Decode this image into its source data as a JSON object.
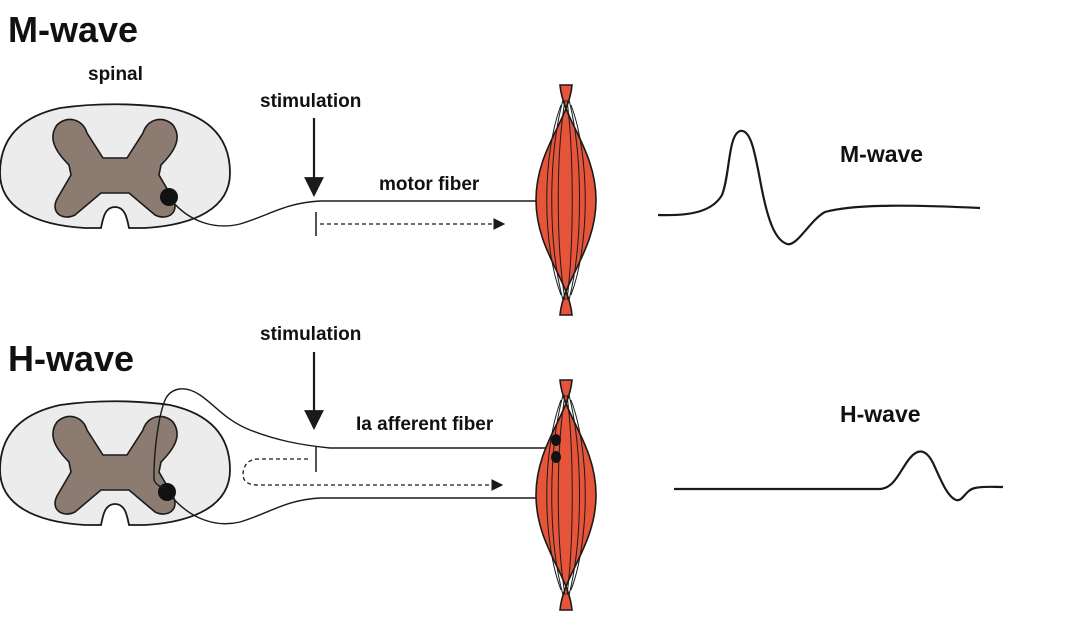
{
  "m_section": {
    "title": "M-wave",
    "spinal_label": "spinal",
    "stimulation_label": "stimulation",
    "fiber_label": "motor fiber",
    "wave_label": "M-wave"
  },
  "h_section": {
    "title": "H-wave",
    "stimulation_label": "stimulation",
    "fiber_label": "Ia afferent fiber",
    "wave_label": "H-wave"
  },
  "colors": {
    "spinal_outer": "#ececec",
    "grey_matter": "#8c7b70",
    "muscle": "#e6553a",
    "stroke": "#1a1a1a"
  }
}
